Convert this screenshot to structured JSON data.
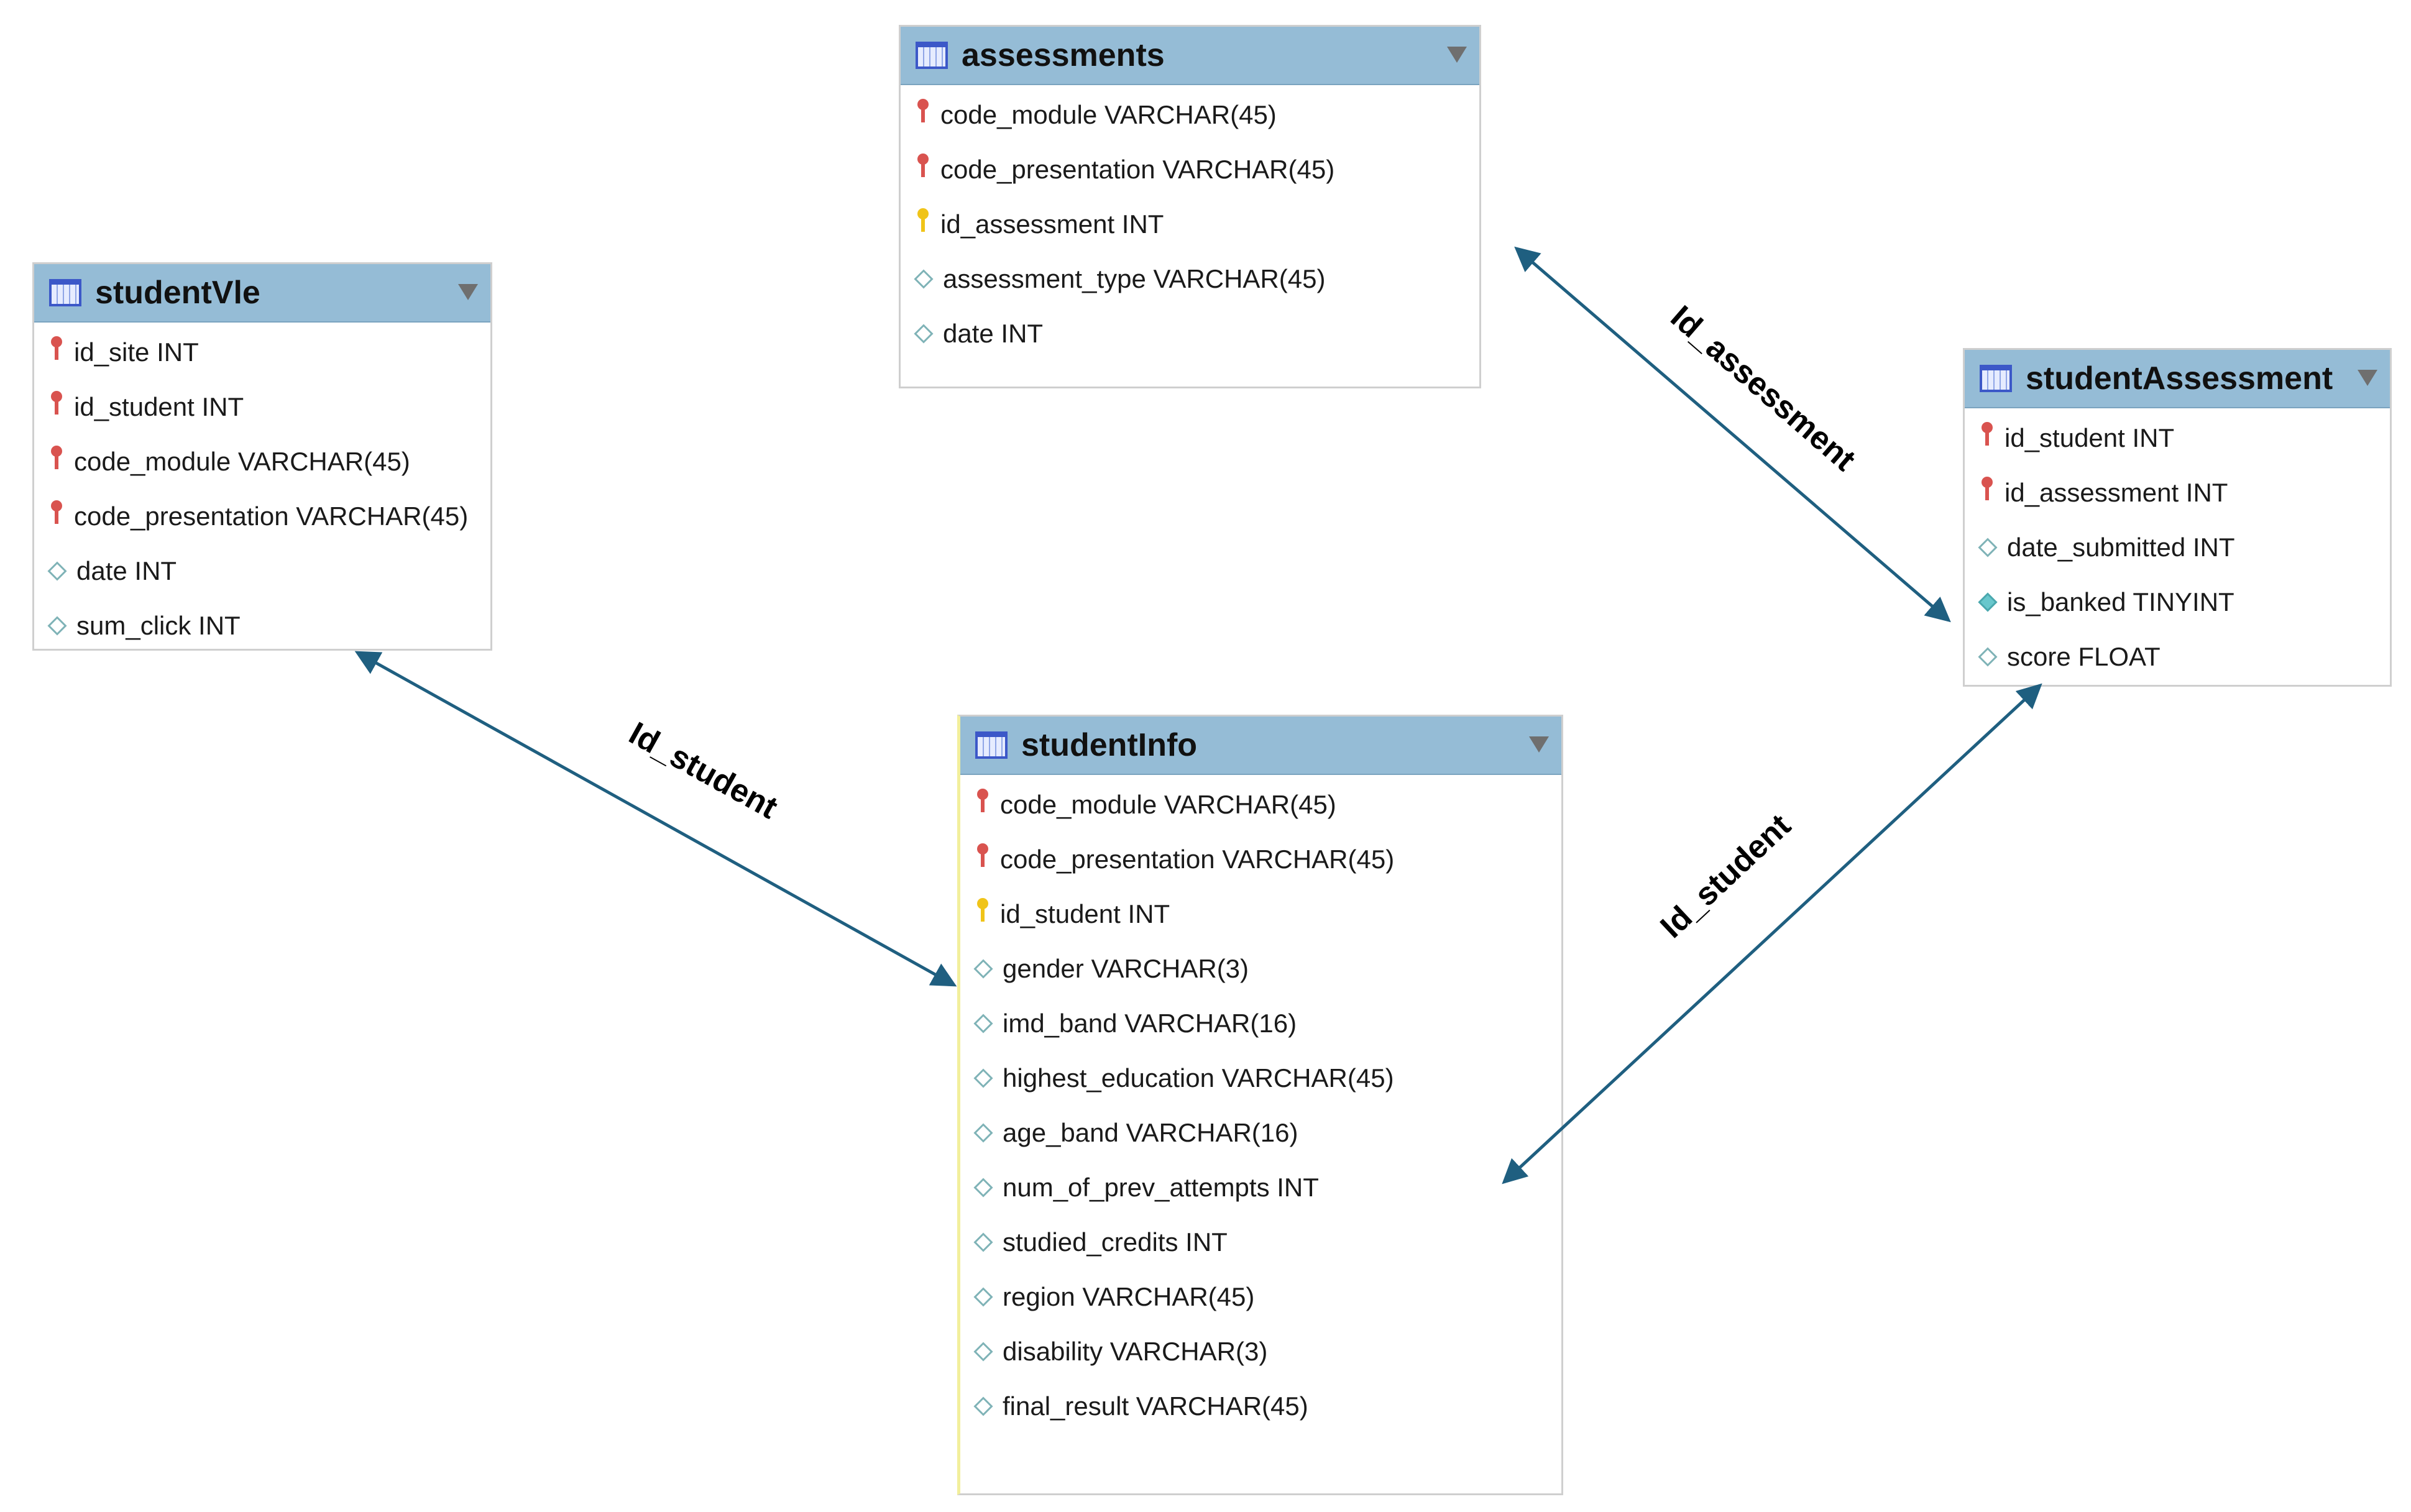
{
  "tables": {
    "assessments": {
      "title": "assessments",
      "columns": [
        {
          "text": "code_module VARCHAR(45)",
          "key": "pk-fk"
        },
        {
          "text": "code_presentation VARCHAR(45)",
          "key": "pk-fk"
        },
        {
          "text": "id_assessment INT",
          "key": "pk"
        },
        {
          "text": "assessment_type VARCHAR(45)",
          "key": "none"
        },
        {
          "text": "date INT",
          "key": "none"
        }
      ]
    },
    "studentVle": {
      "title": "studentVle",
      "columns": [
        {
          "text": "id_site INT",
          "key": "pk-fk"
        },
        {
          "text": "id_student INT",
          "key": "pk-fk"
        },
        {
          "text": "code_module VARCHAR(45)",
          "key": "pk-fk"
        },
        {
          "text": "code_presentation VARCHAR(45)",
          "key": "pk-fk"
        },
        {
          "text": "date INT",
          "key": "none"
        },
        {
          "text": "sum_click INT",
          "key": "none"
        }
      ]
    },
    "studentAssessment": {
      "title": "studentAssessment",
      "columns": [
        {
          "text": "id_student INT",
          "key": "pk-fk"
        },
        {
          "text": "id_assessment INT",
          "key": "pk-fk"
        },
        {
          "text": "date_submitted INT",
          "key": "none"
        },
        {
          "text": "is_banked TINYINT",
          "key": "filled"
        },
        {
          "text": "score FLOAT",
          "key": "none"
        }
      ]
    },
    "studentInfo": {
      "title": "studentInfo",
      "columns": [
        {
          "text": "code_module VARCHAR(45)",
          "key": "pk-fk"
        },
        {
          "text": "code_presentation VARCHAR(45)",
          "key": "pk-fk"
        },
        {
          "text": "id_student INT",
          "key": "pk"
        },
        {
          "text": "gender VARCHAR(3)",
          "key": "none"
        },
        {
          "text": "imd_band VARCHAR(16)",
          "key": "none"
        },
        {
          "text": "highest_education VARCHAR(45)",
          "key": "none"
        },
        {
          "text": "age_band VARCHAR(16)",
          "key": "none"
        },
        {
          "text": "num_of_prev_attempts INT",
          "key": "none"
        },
        {
          "text": "studied_credits INT",
          "key": "none"
        },
        {
          "text": "region VARCHAR(45)",
          "key": "none"
        },
        {
          "text": "disability VARCHAR(3)",
          "key": "none"
        },
        {
          "text": "final_result VARCHAR(45)",
          "key": "none"
        }
      ]
    }
  },
  "relations": {
    "assessment_link": {
      "label": "Id_assessment",
      "from": "assessments",
      "to": "studentAssessment"
    },
    "vle_link": {
      "label": "Id_student",
      "from": "studentVle",
      "to": "studentInfo"
    },
    "info_assessment_link": {
      "label": "Id_student",
      "from": "studentInfo",
      "to": "studentAssessment"
    }
  },
  "colors": {
    "header": "#95bcd6",
    "connector": "#1f5f80",
    "pk_fk_key": "#d9534f",
    "pk_key": "#f0c419",
    "attribute_diamond": "#7fb3b7"
  }
}
